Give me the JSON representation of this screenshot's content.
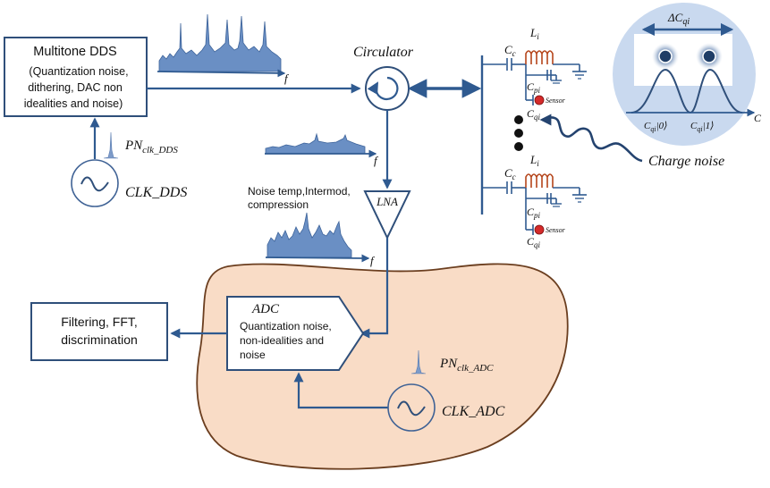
{
  "colors": {
    "line": "#2f5a90",
    "box_stroke": "#2f4f7a",
    "blob_fill": "#f9dcc6",
    "blob_stroke": "#6b3e1f",
    "spectrum_fill": "#6a8fc4",
    "inductor": "#b5451b",
    "sensor": "#d42a2a",
    "inset_bg": "#c9d9ef"
  },
  "dds": {
    "title": "Multitone DDS",
    "notes": [
      "(Quantization noise,",
      "dithering, DAC non",
      "idealities and noise)"
    ]
  },
  "clk_dds": {
    "label": "CLK_DDS",
    "pn_base": "PN",
    "pn_sub": "clk_DDS"
  },
  "circulator": {
    "label": "Circulator"
  },
  "lna": {
    "label": "LNA",
    "note_line1": "Noise temp,Intermod,",
    "note_line2": "compression"
  },
  "adc": {
    "label": "ADC",
    "notes": [
      "Quantization noise,",
      "non-idealities and",
      "noise"
    ]
  },
  "clk_adc": {
    "label": "CLK_ADC",
    "pn_base": "PN",
    "pn_sub": "clk_ADC"
  },
  "filtering": {
    "lines": [
      "Filtering, FFT,",
      "discrimination"
    ]
  },
  "freq_label": "f",
  "resonator": {
    "inductor_base": "L",
    "inductor_sub": "i",
    "coupling_base": "C",
    "coupling_sub": "c",
    "parasitic_base": "C",
    "parasitic_sub": "pi",
    "qubit_base": "C",
    "qubit_sub": "qi",
    "sensor_label": "Sensor"
  },
  "inset": {
    "delta_base": "ΔC",
    "delta_sub": "qi",
    "state0_base": "C",
    "state0_sub": "qi",
    "state0_ket": "|0⟩",
    "state1_base": "C",
    "state1_sub": "qi",
    "state1_ket": "|1⟩",
    "axis_label": "C"
  },
  "charge_noise": {
    "label": "Charge noise"
  }
}
